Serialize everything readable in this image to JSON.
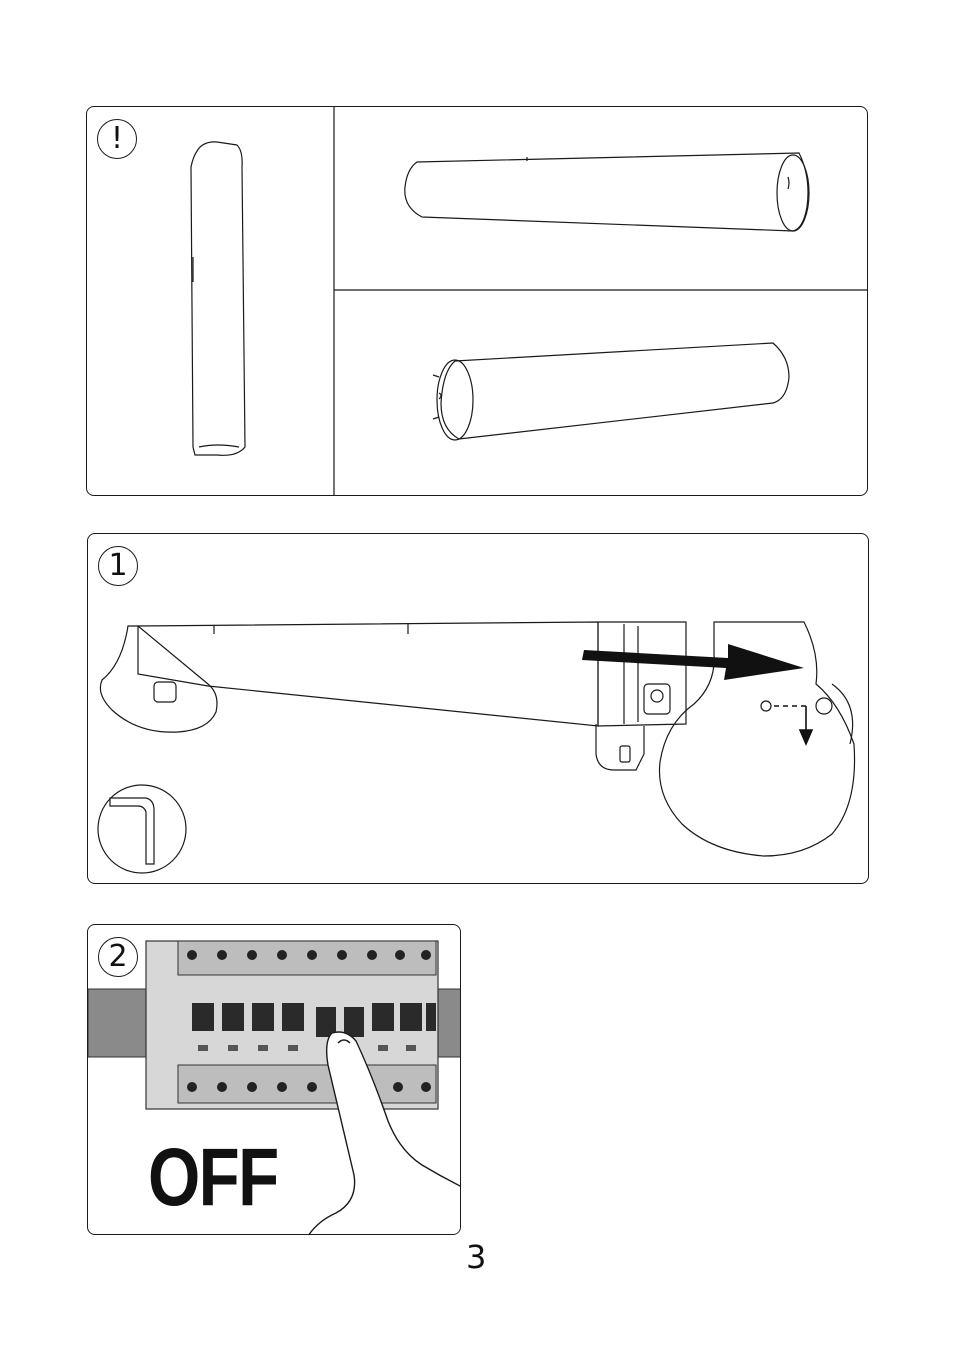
{
  "warning_panel": {
    "badge": "!"
  },
  "step1": {
    "badge": "1"
  },
  "step2": {
    "badge": "2",
    "action_label": "OFF"
  },
  "page_number": "3"
}
